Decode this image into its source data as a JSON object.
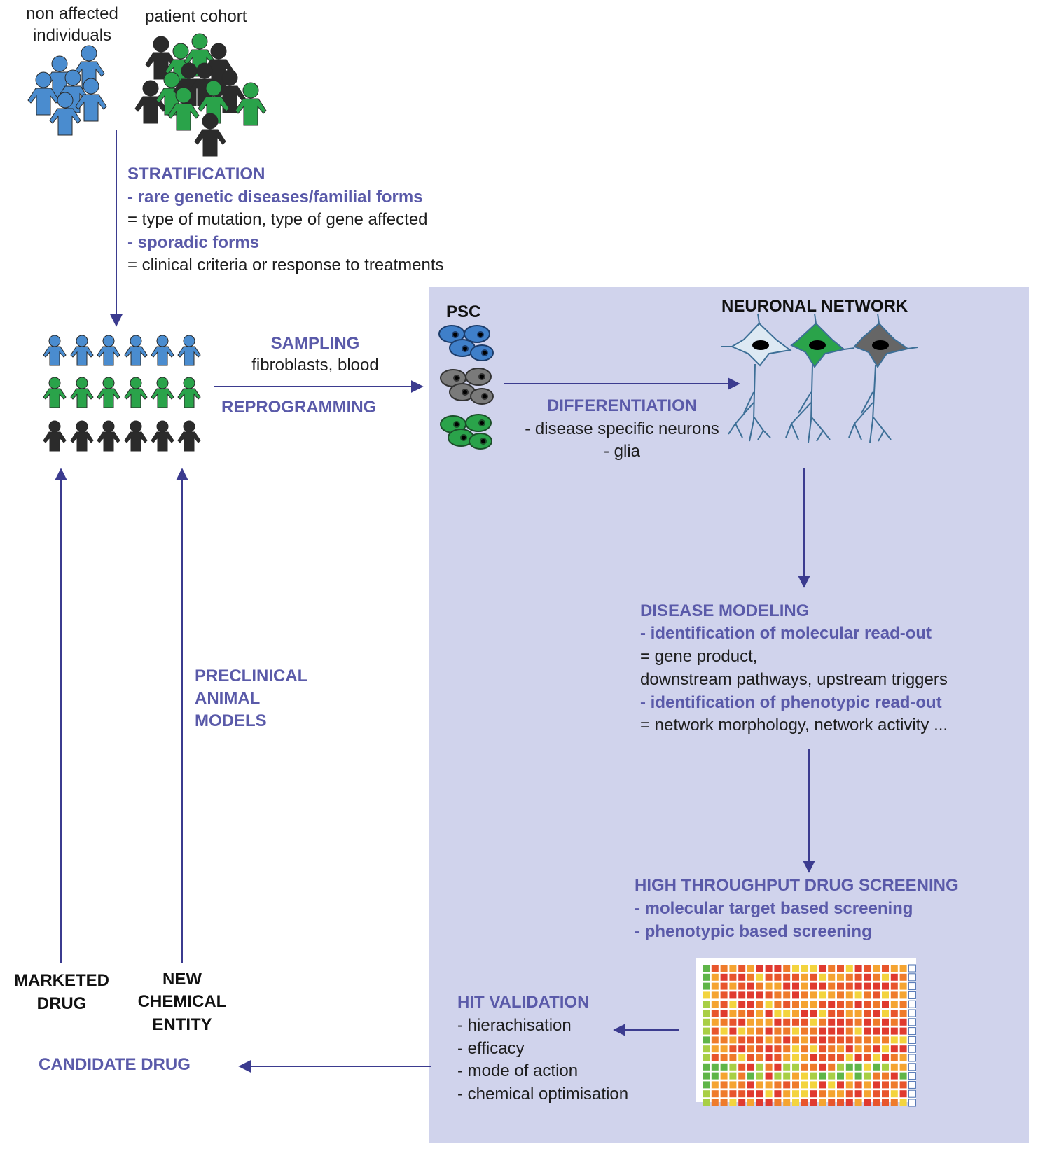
{
  "cohort": {
    "non_affected_label": "non affected\nindividuals",
    "patient_label": "patient cohort"
  },
  "stratification": {
    "title": "STRATIFICATION",
    "rare_forms": "- rare genetic diseases/familial forms",
    "rare_desc": "= type of mutation, type of gene affected",
    "sporadic": "- sporadic forms",
    "sporadic_desc": "= clinical criteria or response to treatments"
  },
  "sampling": {
    "title": "SAMPLING",
    "desc": "fibroblasts, blood",
    "reprogramming": "REPROGRAMMING"
  },
  "psc": {
    "label": "PSC"
  },
  "neuronal_network": {
    "label": "NEURONAL NETWORK"
  },
  "differentiation": {
    "title": "DIFFERENTIATION",
    "item1": "- disease specific neurons",
    "item2": "- glia"
  },
  "disease_modeling": {
    "title": "DISEASE MODELING",
    "molecular": "- identification of molecular read-out",
    "molecular_desc1": "= gene product,",
    "molecular_desc2": "downstream pathways, upstream triggers",
    "phenotypic": "- identification of phenotypic read-out",
    "phenotypic_desc": "= network morphology, network activity ..."
  },
  "hts": {
    "title": "HIGH THROUGHPUT DRUG SCREENING",
    "item1": "- molecular target based screening",
    "item2": "- phenotypic based screening"
  },
  "hit_validation": {
    "title": "HIT VALIDATION",
    "items": [
      "- hierachisation",
      "- efficacy",
      "- mode of action",
      "- chemical optimisation"
    ]
  },
  "preclinical": {
    "line1": "PRECLINICAL",
    "line2": "ANIMAL",
    "line3": "MODELS"
  },
  "marketed_drug": {
    "line1": "MARKETED",
    "line2": "DRUG"
  },
  "new_chemical_entity": {
    "line1": "NEW",
    "line2": "CHEMICAL",
    "line3": "ENTITY"
  },
  "candidate_drug": {
    "label": "CANDIDATE DRUG"
  },
  "colors": {
    "accent_text": "#5a5aa9",
    "arrow": "#3b3b8f",
    "panel": "#d0d3ec",
    "person_blue": "#4a8ccf",
    "person_green": "#2aa34a",
    "person_black": "#2b2b2b",
    "neuron_light": "#dde9f3",
    "neuron_green": "#2aa34a",
    "neuron_gray": "#666666"
  }
}
